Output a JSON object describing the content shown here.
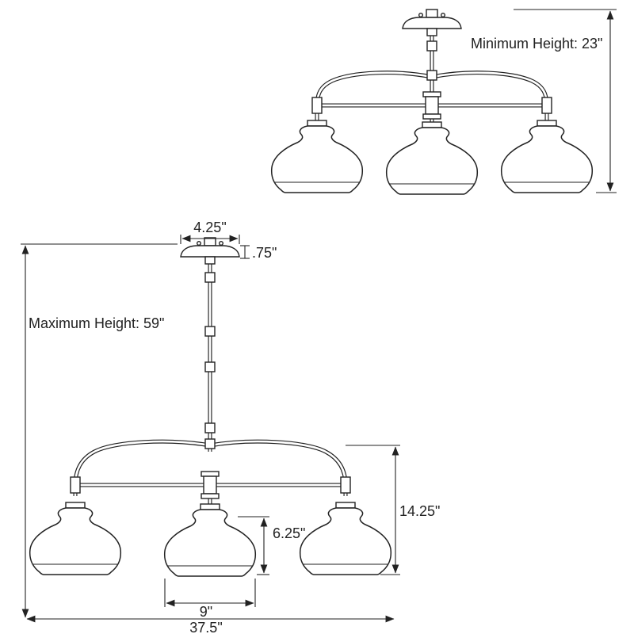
{
  "page": {
    "background": "#ffffff",
    "line_color": "#222222"
  },
  "top_view": {
    "description": "chandelier-at-minimum-height",
    "min_height_label": "Minimum Height: 23\""
  },
  "bottom_view": {
    "description": "chandelier-at-maximum-height",
    "max_height_label": "Maximum Height: 59\"",
    "canopy_width_label": "4.25\"",
    "canopy_height_label": ".75\"",
    "body_height_label": "14.25\"",
    "shade_height_label": "6.25\"",
    "shade_width_label": "9\"",
    "overall_width_label": "37.5\""
  }
}
